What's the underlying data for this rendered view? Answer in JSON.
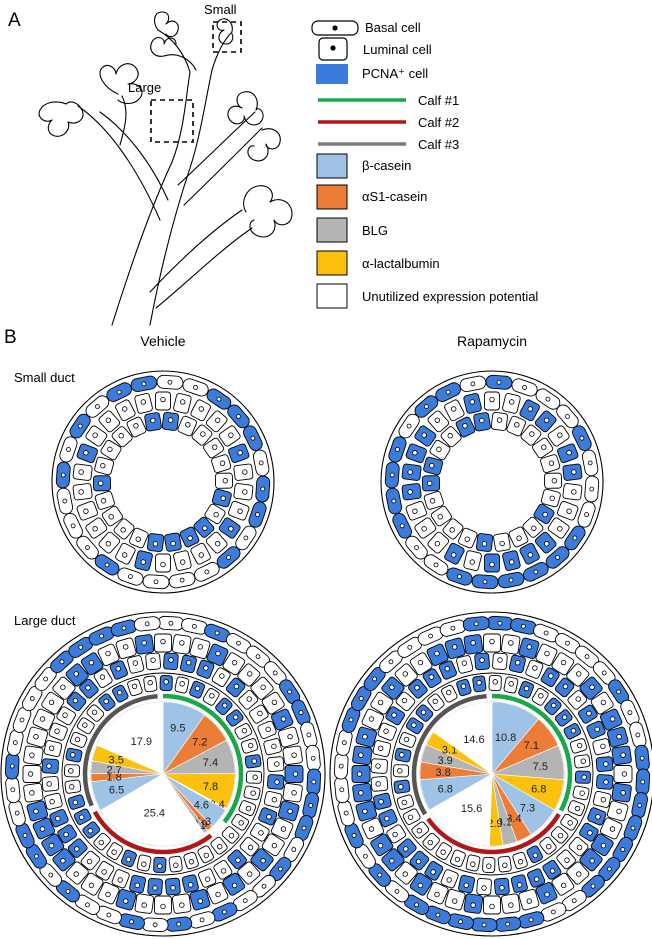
{
  "panel_a": {
    "label": "A",
    "tree_labels": {
      "small": "Small",
      "large": "Large"
    }
  },
  "legend": {
    "items": [
      {
        "kind": "basal",
        "label": "Basal cell"
      },
      {
        "kind": "luminal",
        "label": "Luminal cell"
      },
      {
        "kind": "pcna",
        "label": "PCNA⁺ cell",
        "color": "#3b7bdb"
      },
      {
        "kind": "line",
        "label": "Calf #1",
        "color": "#18a84a"
      },
      {
        "kind": "line",
        "label": "Calf #2",
        "color": "#b01818"
      },
      {
        "kind": "line",
        "label": "Calf #3",
        "color": "#7a7a7a"
      },
      {
        "kind": "box",
        "label": "β-casein",
        "color": "#9fc3e6"
      },
      {
        "kind": "box",
        "label": "αS1-casein",
        "color": "#ec7d36"
      },
      {
        "kind": "box",
        "label": "BLG",
        "color": "#b4b4b4"
      },
      {
        "kind": "box",
        "label": "α-lactalbumin",
        "color": "#fcc10e"
      },
      {
        "kind": "box",
        "label": "Unutilized expression potential",
        "color": "#ffffff"
      }
    ]
  },
  "panel_b": {
    "label": "B",
    "col_titles": [
      "Vehicle",
      "Rapamycin"
    ],
    "row_titles": [
      "Small duct",
      "Large duct"
    ]
  },
  "colors": {
    "pcna": "#3b7bdb",
    "beta": "#9fc3e6",
    "as1": "#ec7d36",
    "blg": "#b4b4b4",
    "alac": "#fcc10e",
    "unused": "#ffffff",
    "calf1": "#18a84a",
    "calf2": "#b01818",
    "calf3": "#555555"
  },
  "chart_data": [
    {
      "type": "pie",
      "group": "Vehicle",
      "calf_arcs_deg": [
        {
          "calf": "Calf #1",
          "start": 0,
          "end": 128
        },
        {
          "calf": "Calf #2",
          "start": 142,
          "end": 241
        },
        {
          "calf": "Calf #3",
          "start": 246,
          "end": 356
        }
      ],
      "slices": [
        {
          "category": "β-casein",
          "calf": "Calf #1",
          "value": 9.5
        },
        {
          "category": "αS1-casein",
          "calf": "Calf #1",
          "value": 7.2
        },
        {
          "category": "BLG",
          "calf": "Calf #1",
          "value": 7.4
        },
        {
          "category": "α-lactalbumin",
          "calf": "Calf #1",
          "value": 7.8
        },
        {
          "category": "Unutilized expression potential",
          "calf": "Calf #1",
          "value": 0.4
        },
        {
          "category": "β-casein",
          "calf": "Calf #2",
          "value": 4.6
        },
        {
          "category": "αS1-casein",
          "calf": "Calf #2",
          "value": 1.3
        },
        {
          "category": "BLG",
          "calf": "Calf #2",
          "value": 0.9
        },
        {
          "category": "α-lactalbumin",
          "calf": "Calf #2",
          "value": 0.1
        },
        {
          "category": "Unutilized expression potential",
          "calf": "Calf #2",
          "value": 25.4
        },
        {
          "category": "β-casein",
          "calf": "Calf #3",
          "value": 6.5
        },
        {
          "category": "αS1-casein",
          "calf": "Calf #3",
          "value": 1.8
        },
        {
          "category": "BLG",
          "calf": "Calf #3",
          "value": 2.7
        },
        {
          "category": "α-lactalbumin",
          "calf": "Calf #3",
          "value": 3.5
        },
        {
          "category": "Unutilized expression potential",
          "calf": "Calf #3",
          "value": 17.9
        }
      ]
    },
    {
      "type": "pie",
      "group": "Rapamycin",
      "calf_arcs_deg": [
        {
          "calf": "Calf #1",
          "start": 0,
          "end": 118
        },
        {
          "calf": "Calf #2",
          "start": 121,
          "end": 235
        },
        {
          "calf": "Calf #3",
          "start": 239,
          "end": 356
        }
      ],
      "slices": [
        {
          "category": "β-casein",
          "calf": "Calf #1",
          "value": 10.8
        },
        {
          "category": "αS1-casein",
          "calf": "Calf #1",
          "value": 7.1
        },
        {
          "category": "BLG",
          "calf": "Calf #1",
          "value": 7.5
        },
        {
          "category": "α-lactalbumin",
          "calf": "Calf #1",
          "value": 6.8
        },
        {
          "category": "β-casein",
          "calf": "Calf #2",
          "value": 7.3
        },
        {
          "category": "αS1-casein",
          "calf": "Calf #2",
          "value": 3.4
        },
        {
          "category": "BLG",
          "calf": "Calf #2",
          "value": 3.1
        },
        {
          "category": "α-lactalbumin",
          "calf": "Calf #2",
          "value": 2.9
        },
        {
          "category": "Unutilized expression potential",
          "calf": "Calf #2",
          "value": 15.6
        },
        {
          "category": "β-casein",
          "calf": "Calf #3",
          "value": 6.8
        },
        {
          "category": "αS1-casein",
          "calf": "Calf #3",
          "value": 3.8
        },
        {
          "category": "BLG",
          "calf": "Calf #3",
          "value": 3.9
        },
        {
          "category": "α-lactalbumin",
          "calf": "Calf #3",
          "value": 3.1
        },
        {
          "category": "Unutilized expression potential",
          "calf": "Calf #3",
          "value": 14.6
        }
      ]
    }
  ]
}
